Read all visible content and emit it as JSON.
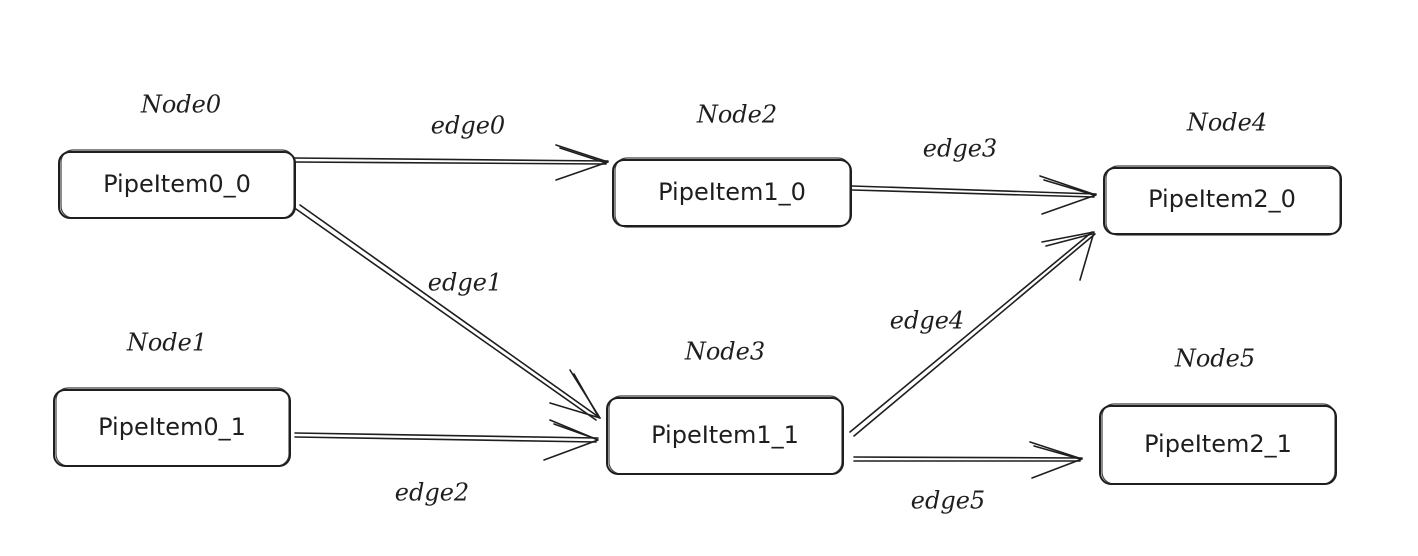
{
  "diagram": {
    "nodes": [
      {
        "id": "node0",
        "title": "Node0",
        "item": "PipeItem0_0"
      },
      {
        "id": "node1",
        "title": "Node1",
        "item": "PipeItem0_1"
      },
      {
        "id": "node2",
        "title": "Node2",
        "item": "PipeItem1_0"
      },
      {
        "id": "node3",
        "title": "Node3",
        "item": "PipeItem1_1"
      },
      {
        "id": "node4",
        "title": "Node4",
        "item": "PipeItem2_0"
      },
      {
        "id": "node5",
        "title": "Node5",
        "item": "PipeItem2_1"
      }
    ],
    "edges": [
      {
        "id": "edge0",
        "label": "edge0",
        "from": "node0",
        "to": "node2"
      },
      {
        "id": "edge1",
        "label": "edge1",
        "from": "node0",
        "to": "node3"
      },
      {
        "id": "edge2",
        "label": "edge2",
        "from": "node1",
        "to": "node3"
      },
      {
        "id": "edge3",
        "label": "edge3",
        "from": "node2",
        "to": "node4"
      },
      {
        "id": "edge4",
        "label": "edge4",
        "from": "node3",
        "to": "node4"
      },
      {
        "id": "edge5",
        "label": "edge5",
        "from": "node3",
        "to": "node5"
      }
    ],
    "stroke_color": "#1e1e1e",
    "background_color": "#ffffff"
  }
}
